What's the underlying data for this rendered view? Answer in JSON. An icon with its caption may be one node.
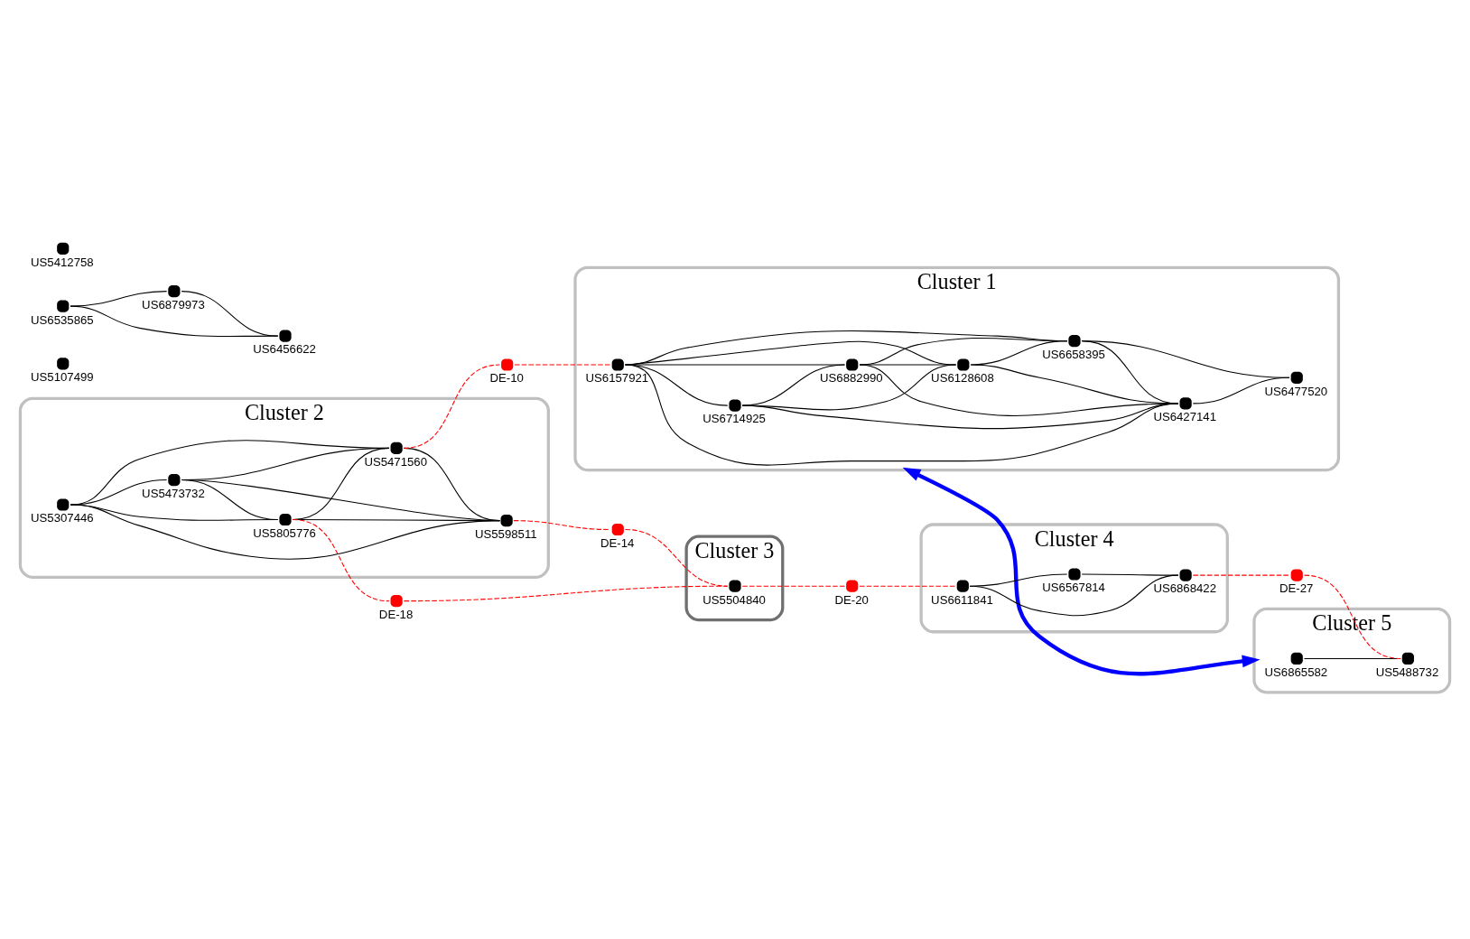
{
  "diagram": {
    "nodes": [
      {
        "text": [
          "Cluster 2"
        ]
      },
      {
        "text": [
          "US5307446"
        ],
        "in": 0
      },
      {
        "text": [
          "US5473732"
        ],
        "in": 0
      },
      {
        "text": [
          "US5805776"
        ],
        "in": 0
      },
      {
        "text": [
          "US5471560"
        ],
        "in": 0
      },
      {
        "text": [
          "US5598511"
        ],
        "in": 0
      },
      {
        "text": [
          "US5107499"
        ]
      },
      {
        "text": [
          "Cluster 1"
        ]
      },
      {
        "text": [
          "US6714925"
        ],
        "in": 7
      },
      {
        "text": [
          "US6157921"
        ],
        "in": 7
      },
      {
        "text": [
          "US6882990"
        ],
        "in": 7
      },
      {
        "text": [
          "US6128608"
        ],
        "in": 7
      },
      {
        "text": [
          "US6658395"
        ],
        "in": 7
      },
      {
        "text": [
          "US6427141"
        ],
        "in": 7
      },
      {
        "text": [
          "US6477520"
        ],
        "in": 7
      },
      {
        "text": [
          "DE-10"
        ]
      },
      {
        "text": [
          "DE-18"
        ]
      },
      {
        "text": [
          "Cluster 3"
        ]
      },
      {
        "text": [
          "US5504840"
        ],
        "in": 17
      },
      {
        "text": [
          "DE-14"
        ]
      },
      {
        "text": [
          "DE-20"
        ]
      },
      {
        "text": [
          "Cluster 4"
        ]
      },
      {
        "text": [
          "US6611841"
        ],
        "in": 21
      },
      {
        "text": [
          "US6868422"
        ],
        "in": 21
      },
      {
        "text": [
          "US6567814"
        ],
        "in": 21
      },
      {
        "text": [
          "Cluster 5"
        ]
      },
      {
        "text": [
          "US6865582"
        ],
        "in": 25
      },
      {
        "text": [
          "US5488732"
        ],
        "in": 25
      },
      {
        "text": [
          "DE-27"
        ]
      },
      {
        "text": [
          "US6535865"
        ]
      },
      {
        "text": [
          "US6879973"
        ]
      },
      {
        "text": [
          "US6456622"
        ]
      },
      {
        "text": [
          "US5412758"
        ]
      }
    ],
    "edges": [
      {
        "from": 1,
        "to": 2,
        "arrow": "none"
      },
      {
        "from": 1,
        "to": 3,
        "arrow": "none"
      },
      {
        "from": 1,
        "to": 4,
        "arrow": "none"
      },
      {
        "from": 1,
        "to": 5,
        "arrow": "none"
      },
      {
        "from": 2,
        "to": 3,
        "arrow": "none"
      },
      {
        "from": 2,
        "to": 4,
        "arrow": "none"
      },
      {
        "from": 2,
        "to": 5,
        "arrow": "none"
      },
      {
        "from": 3,
        "to": 4,
        "arrow": "none"
      },
      {
        "from": 3,
        "to": 5,
        "arrow": "none"
      },
      {
        "from": 4,
        "to": 5,
        "arrow": "none"
      },
      {
        "from": 9,
        "to": 8,
        "arrow": "none"
      },
      {
        "from": 9,
        "to": 10,
        "arrow": "none"
      },
      {
        "from": 9,
        "to": 11,
        "arrow": "none"
      },
      {
        "from": 9,
        "to": 12,
        "arrow": "none"
      },
      {
        "from": 9,
        "to": 13,
        "arrow": "none"
      },
      {
        "from": 8,
        "to": 10,
        "arrow": "none"
      },
      {
        "from": 8,
        "to": 11,
        "arrow": "none"
      },
      {
        "from": 8,
        "to": 13,
        "arrow": "none"
      },
      {
        "from": 10,
        "to": 11,
        "arrow": "none"
      },
      {
        "from": 10,
        "to": 12,
        "arrow": "none"
      },
      {
        "from": 10,
        "to": 13,
        "arrow": "none"
      },
      {
        "from": 11,
        "to": 12,
        "arrow": "none"
      },
      {
        "from": 11,
        "to": 13,
        "arrow": "none"
      },
      {
        "from": 12,
        "to": 13,
        "arrow": "none"
      },
      {
        "from": 12,
        "to": 14,
        "arrow": "none"
      },
      {
        "from": 13,
        "to": 14,
        "arrow": "none"
      },
      {
        "from": 4,
        "to": 15,
        "arrow": "none",
        "style": "dashed",
        "color": "#ff0000"
      },
      {
        "from": 15,
        "to": 9,
        "arrow": "none",
        "style": "dashed",
        "color": "#ff0000"
      },
      {
        "from": 3,
        "to": 16,
        "arrow": "none",
        "style": "dashed",
        "color": "#ff0000"
      },
      {
        "from": 16,
        "to": 18,
        "arrow": "none",
        "style": "dashed",
        "color": "#ff0000"
      },
      {
        "from": 5,
        "to": 19,
        "arrow": "none",
        "style": "dashed",
        "color": "#ff0000"
      },
      {
        "from": 19,
        "to": 18,
        "arrow": "none",
        "style": "dashed",
        "color": "#ff0000"
      },
      {
        "from": 18,
        "to": 20,
        "arrow": "none",
        "style": "dashed",
        "color": "#ff0000"
      },
      {
        "from": 20,
        "to": 22,
        "arrow": "none",
        "style": "dashed",
        "color": "#ff0000"
      },
      {
        "from": 22,
        "to": 23,
        "arrow": "none"
      },
      {
        "from": 22,
        "to": 24,
        "arrow": "none"
      },
      {
        "from": 24,
        "to": 23,
        "arrow": "none"
      },
      {
        "from": 23,
        "to": 28,
        "arrow": "none",
        "style": "dashed",
        "color": "#ff0000"
      },
      {
        "from": 28,
        "to": 27,
        "arrow": "none",
        "style": "dashed",
        "color": "#ff0000"
      },
      {
        "from": 26,
        "to": 27,
        "arrow": "none"
      },
      {
        "from": 29,
        "to": 30,
        "arrow": "none"
      },
      {
        "from": 29,
        "to": 31,
        "arrow": "none"
      },
      {
        "from": 30,
        "to": 31,
        "arrow": "none"
      },
      {
        "from": 7,
        "to": 25,
        "arrow": "both",
        "style": "thick",
        "color": "#0000ff"
      }
    ]
  }
}
